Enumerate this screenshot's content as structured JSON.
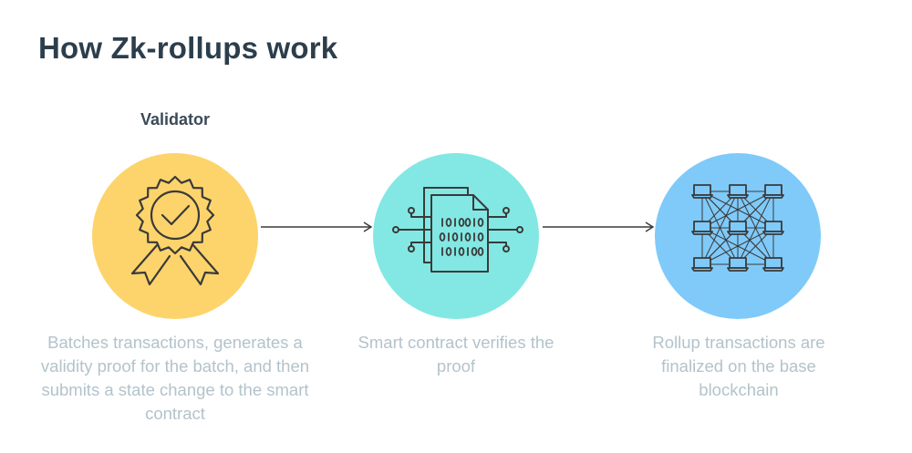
{
  "title": "How Zk-rollups work",
  "steps": [
    {
      "label": "Validator",
      "icon": "award-badge-icon",
      "color": "#fdd46b",
      "description": "Batches transactions, generates a validity proof for the batch, and then submits a state change to the smart contract"
    },
    {
      "label": "",
      "icon": "smart-contract-document-icon",
      "color": "#83e8e3",
      "description": "Smart contract verifies the proof"
    },
    {
      "label": "",
      "icon": "blockchain-network-icon",
      "color": "#7fcaf9",
      "description": "Rollup transactions are finalized on the base blockchain"
    }
  ],
  "contract_icon_bits": [
    "1O1OO1O",
    "O1O1O1O",
    "1O1O1OO"
  ]
}
